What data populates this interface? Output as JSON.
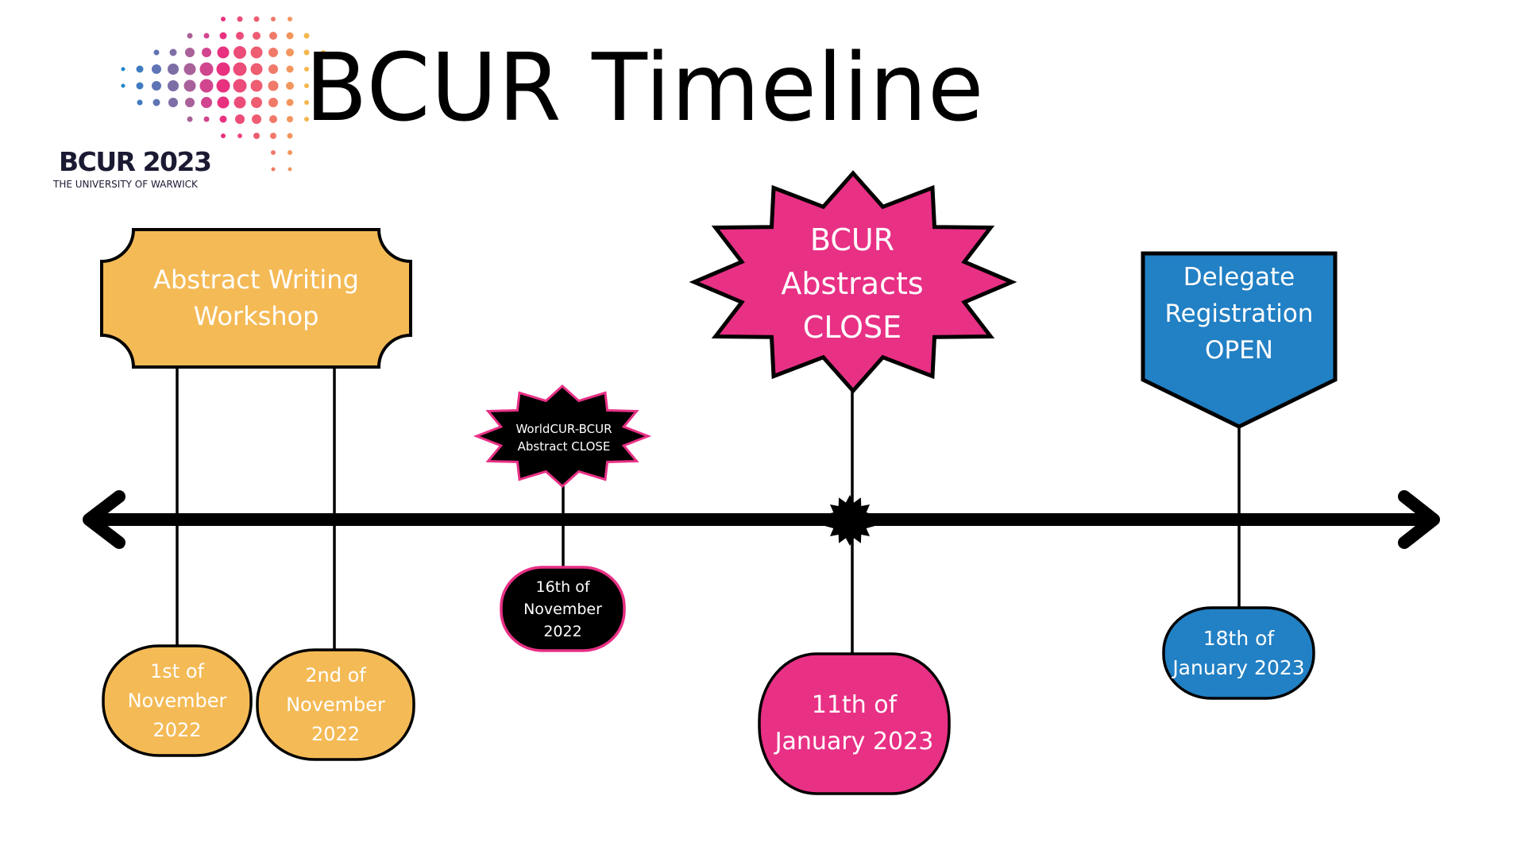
{
  "title": "BCUR Timeline",
  "logo": {
    "name": "BCUR 2023",
    "subtitle": "THE UNIVERSITY OF WARWICK",
    "icon": "dot-gradient-logo-icon"
  },
  "colors": {
    "yellow": "#F4BA56",
    "pink": "#E83085",
    "blue": "#2280C4",
    "black": "#000000",
    "text_on_shape": "#FFFFFF",
    "logo_text": "#1B1A33"
  },
  "timeline": {
    "axis": {
      "left_icon": "arrow-left-icon",
      "right_icon": "arrow-right-icon",
      "marker_icon": "starburst-marker-icon"
    },
    "events": [
      {
        "id": "abstract-writing-workshop",
        "label": "Abstract Writing\nWorkshop",
        "shape": "notched-rectangle",
        "color": "yellow",
        "dates": [
          "1st of\nNovember\n2022",
          "2nd of\nNovember\n2022"
        ]
      },
      {
        "id": "worldcur-bcur-abstract-close",
        "label": "WorldCUR-BCUR\nAbstract CLOSE",
        "shape": "starburst",
        "color": "black",
        "dates": [
          "16th of\nNovember\n2022"
        ]
      },
      {
        "id": "bcur-abstracts-close",
        "label": "BCUR\nAbstracts\nCLOSE",
        "shape": "starburst",
        "color": "pink",
        "dates": [
          "11th of\nJanuary 2023"
        ]
      },
      {
        "id": "delegate-registration-open",
        "label": "Delegate\nRegistration\nOPEN",
        "shape": "pentagon-arrow",
        "color": "blue",
        "dates": [
          "18th of\nJanuary 2023"
        ]
      }
    ]
  }
}
